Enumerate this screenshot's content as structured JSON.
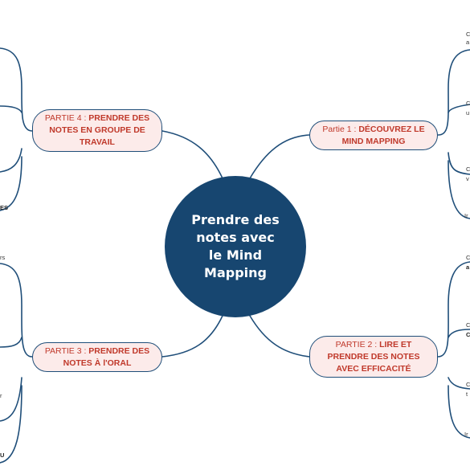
{
  "center": {
    "lines": [
      "Prendre des",
      "notes avec",
      "le Mind",
      "Mapping"
    ]
  },
  "branches": {
    "p1": {
      "prefix": "Partie 1 : ",
      "title": "DÉCOUVREZ LE MIND MAPPING"
    },
    "p2": {
      "prefix": "PARTIE 2 : ",
      "title": "LIRE ET PRENDRE DES NOTES AVEC EFFICACITÉ"
    },
    "p3": {
      "prefix": "PARTIE 3 : ",
      "title": "PRENDRE DES NOTES À l'ORAL"
    },
    "p4": {
      "prefix": "PARTIE 4 : ",
      "title": "PRENDRE DES NOTES EN GROUPE DE TRAVAIL"
    }
  },
  "edge_labels": {
    "right": [
      {
        "text": "C",
        "bold": false
      },
      {
        "text": "a",
        "bold": false
      },
      {
        "text": "C",
        "bold": false
      },
      {
        "text": "u",
        "bold": false
      },
      {
        "text": "C",
        "bold": false
      },
      {
        "text": "v",
        "bold": false
      },
      {
        "text": "Ir",
        "bold": false
      },
      {
        "text": "C",
        "bold": false
      },
      {
        "text": "a",
        "bold": true
      },
      {
        "text": "C",
        "bold": false
      },
      {
        "text": "C",
        "bold": true
      },
      {
        "text": "C",
        "bold": false
      },
      {
        "text": "t",
        "bold": false
      },
      {
        "text": "Ir",
        "bold": false
      }
    ],
    "left": [
      {
        "text": "ES",
        "bold": true
      },
      {
        "text": "rs",
        "bold": false
      },
      {
        "text": "r",
        "bold": false
      },
      {
        "text": "U",
        "bold": true
      }
    ]
  },
  "colors": {
    "center_fill": "#174670",
    "branch_fill": "#fcebea",
    "branch_text": "#c0392b",
    "line": "#1f4e79"
  }
}
